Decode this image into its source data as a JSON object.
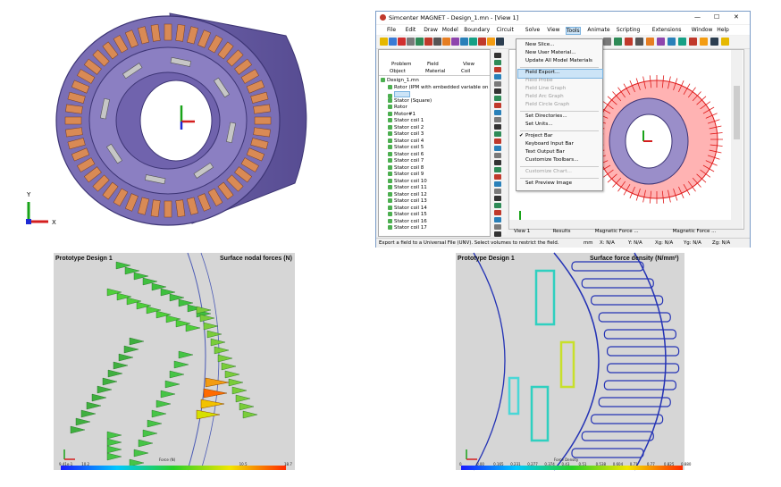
{
  "axes_labels": {
    "y": "Y",
    "x": "X"
  },
  "window": {
    "title": "Simcenter MAGNET - Design_1.mn - [View 1]",
    "controls": {
      "minimize": "—",
      "maximize": "☐",
      "close": "✕"
    },
    "menus": [
      "File",
      "Edit",
      "Draw",
      "Model",
      "Boundary",
      "Circuit",
      "Solve",
      "View",
      "Tools",
      "Animate",
      "Scripting",
      "Extensions",
      "Window",
      "Help"
    ],
    "project_tabs_row1": [
      "Problem",
      "Field",
      "View"
    ],
    "project_tabs_row2": [
      "Object",
      "Material",
      "Coil"
    ],
    "tree_items": [
      "Design_1.mn",
      "Rotor (IPM with embedded variable on",
      "",
      "Stator (Square)",
      "Rotor",
      "Motor#1",
      "Stator coil 1",
      "Stator coil 2",
      "Stator coil 3",
      "Stator coil 4",
      "Stator coil 5",
      "Stator coil 6",
      "Stator coil 7",
      "Stator coil 8",
      "Stator coil 9",
      "Stator coil 10",
      "Stator coil 11",
      "Stator coil 12",
      "Stator coil 13",
      "Stator coil 14",
      "Stator coil 15",
      "Stator coil 16",
      "Stator coil 17"
    ],
    "tools_menu": [
      {
        "label": "New Slice...",
        "enabled": true
      },
      {
        "label": "New User Material...",
        "enabled": true
      },
      {
        "label": "Update All Model Materials",
        "enabled": true
      },
      {
        "label": "Field Export...",
        "enabled": true,
        "highlighted": true
      },
      {
        "label": "Field Probe",
        "enabled": false
      },
      {
        "label": "Field Line Graph",
        "enabled": false
      },
      {
        "label": "Field Arc Graph",
        "enabled": false
      },
      {
        "label": "Field Circle Graph",
        "enabled": false
      },
      {
        "label": "Set Directories...",
        "enabled": true
      },
      {
        "label": "Set Units...",
        "enabled": true
      },
      {
        "label": "Project Bar",
        "enabled": true,
        "checked": true
      },
      {
        "label": "Keyboard Input Bar",
        "enabled": true
      },
      {
        "label": "Text Output Bar",
        "enabled": true
      },
      {
        "label": "Customize Toolbars...",
        "enabled": true
      },
      {
        "label": "Customize Chart...",
        "enabled": false
      },
      {
        "label": "Set Preview Image",
        "enabled": true
      }
    ],
    "view_tabs": [
      "View 1",
      "Results",
      "Magnetic Force ...",
      "Magnetic Force ..."
    ],
    "status": {
      "message": "Export a field to a Universal File (UNV). Select volumes to restrict the field.",
      "unit": "mm",
      "x": "X: N/A",
      "y": "Y: N/A",
      "xg": "Xg: N/A",
      "yg": "Yg: N/A",
      "zg": "Zg: N/A"
    }
  },
  "panel_left": {
    "title": "Prototype Design 1",
    "subtitle": "Surface nodal forces (N)",
    "scale_title": "Force (N)",
    "scale_ticks": [
      "9.41e-1",
      "10.2",
      "",
      "",
      "",
      "",
      "",
      "",
      "10.5",
      "",
      "18.7"
    ]
  },
  "panel_right": {
    "title": "Prototype Design 1",
    "subtitle": "Surface force density (N/mm²)",
    "scale_title": "Force Density",
    "scale_ticks": [
      "0",
      "0.00",
      "0.165",
      "0.231",
      "0.277",
      "0.374",
      "0.43",
      "0.51",
      "0.538",
      "0.604",
      "0.71",
      "0.77",
      "0.825",
      "0.880"
    ]
  },
  "colors": {
    "motor": "#7b6fb5",
    "coil": "#d98a55",
    "accent": "#2b579a"
  }
}
